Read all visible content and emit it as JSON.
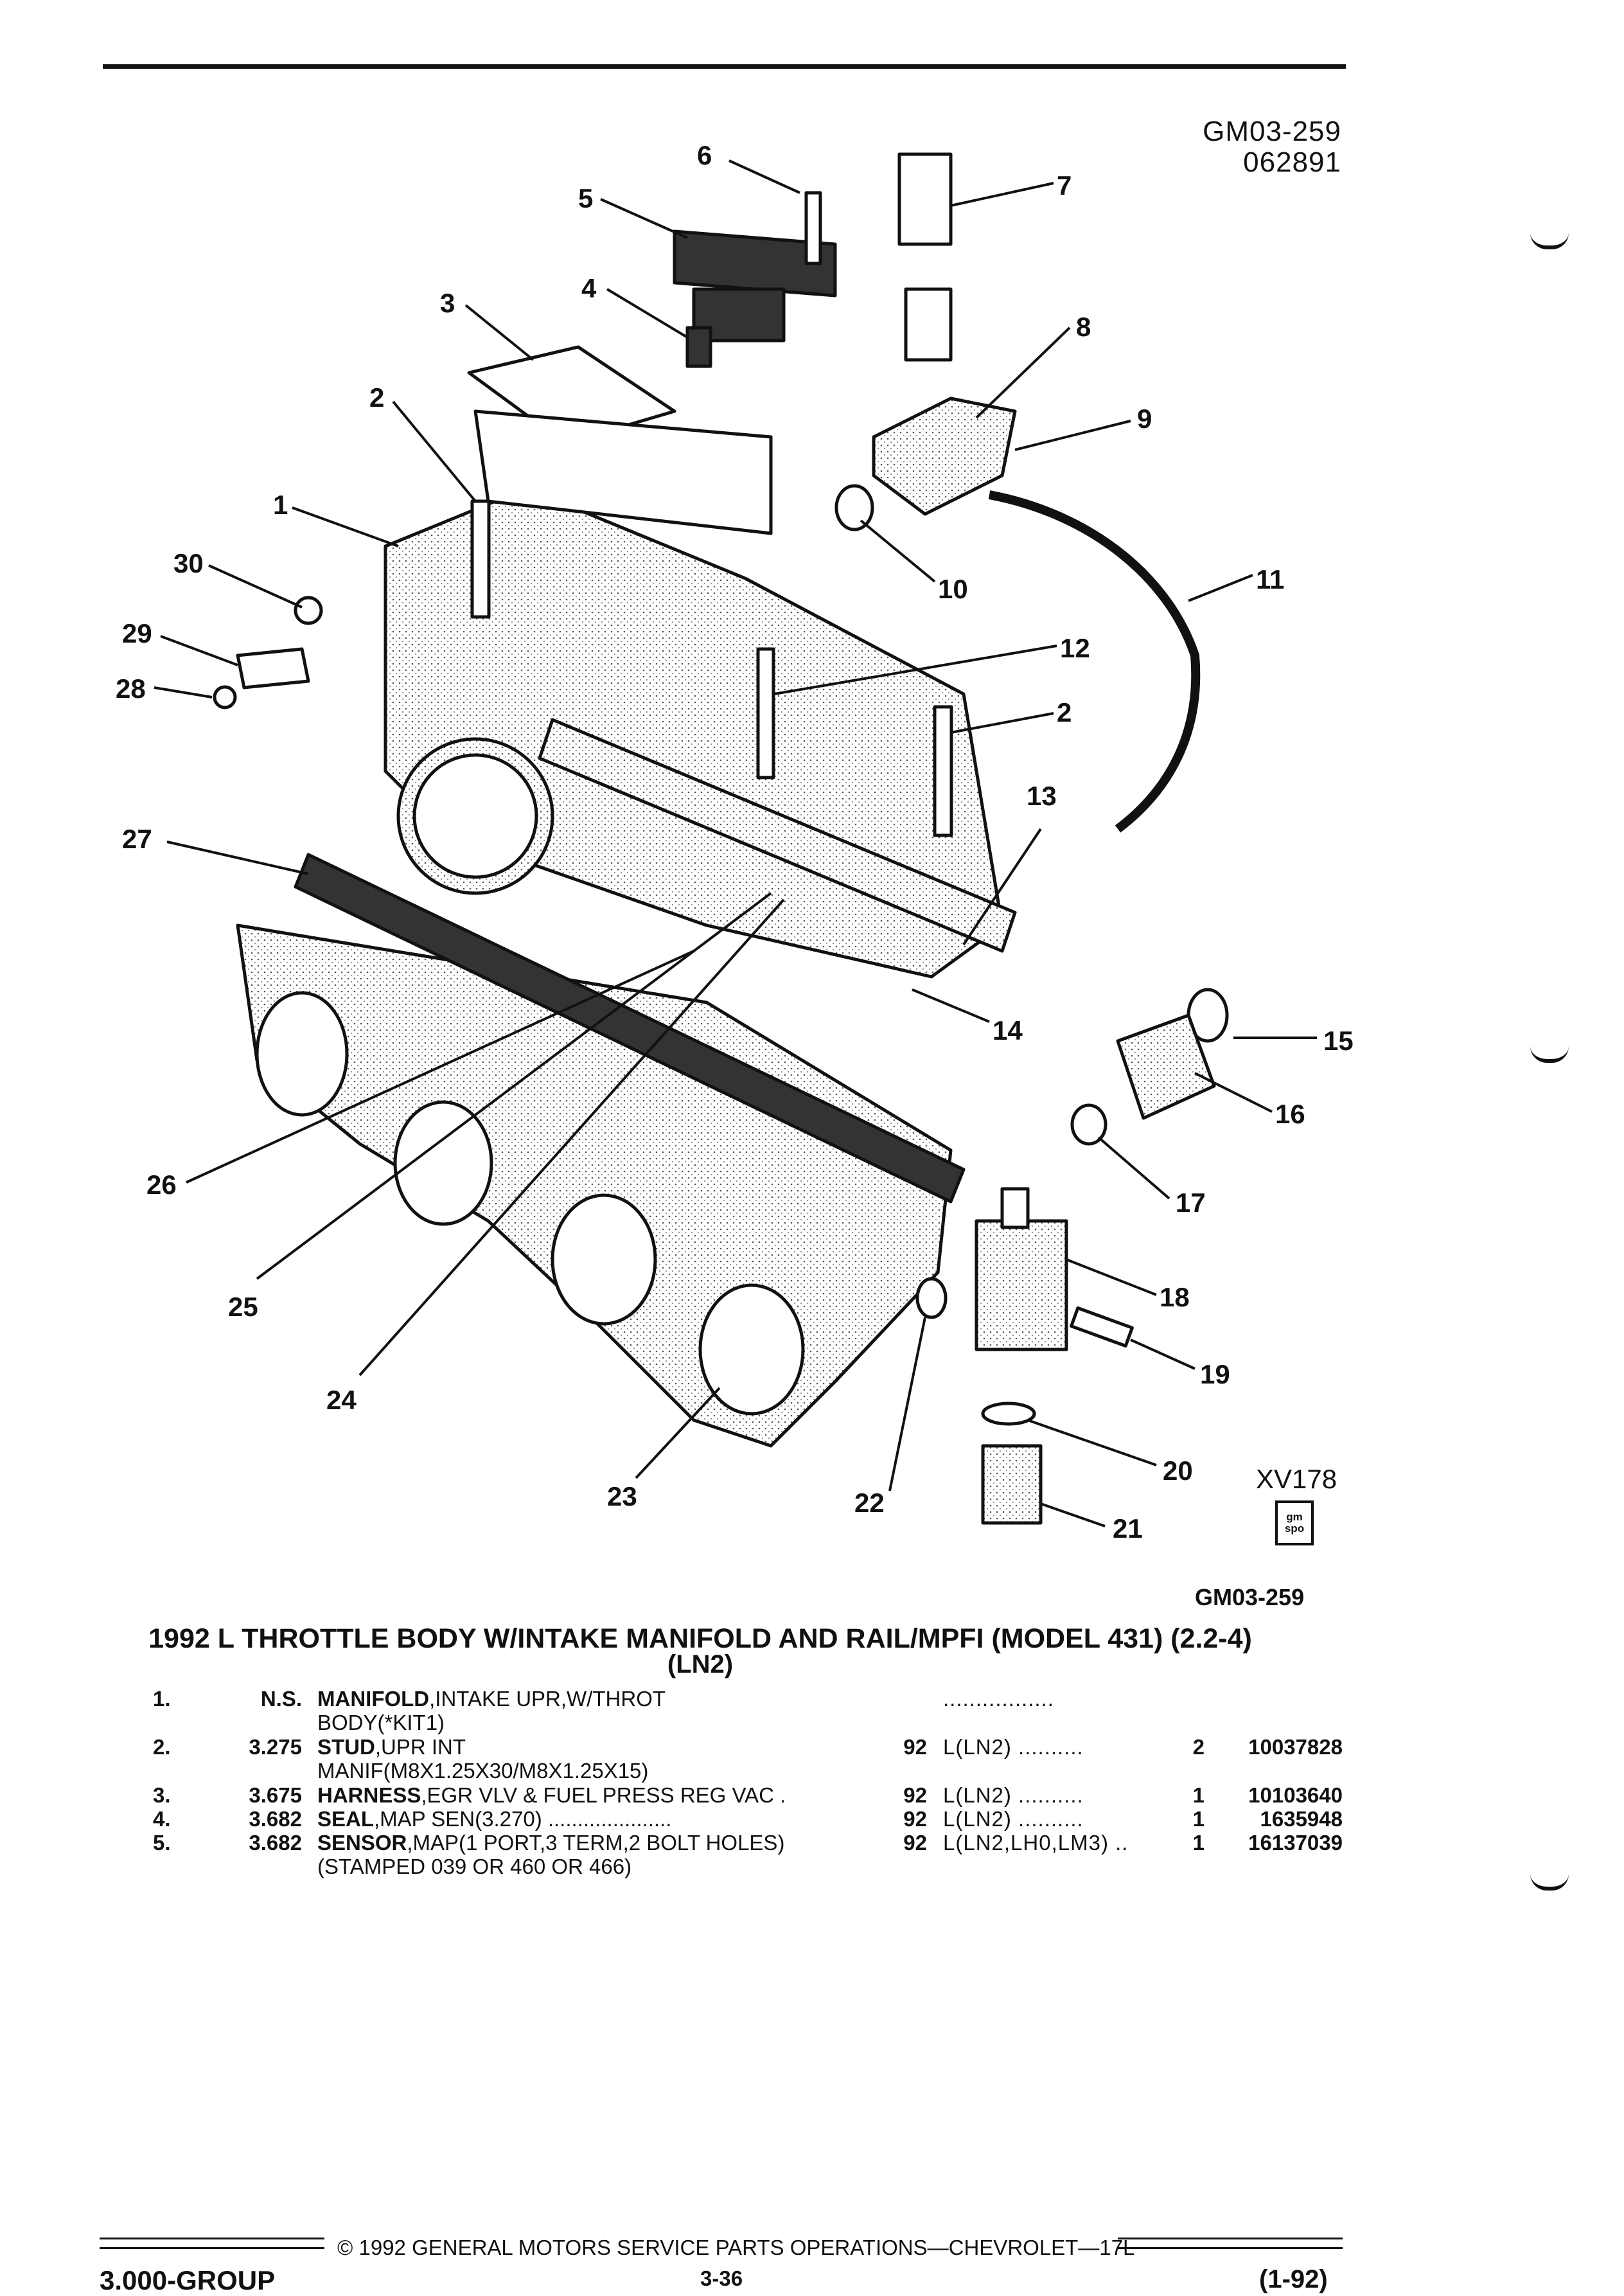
{
  "header": {
    "code": "GM03-259",
    "date": "062891"
  },
  "callouts": [
    "1",
    "2",
    "3",
    "4",
    "5",
    "6",
    "7",
    "8",
    "9",
    "10",
    "11",
    "12",
    "2",
    "13",
    "14",
    "15",
    "16",
    "17",
    "18",
    "19",
    "20",
    "21",
    "22",
    "23",
    "24",
    "25",
    "26",
    "27",
    "28",
    "29",
    "30"
  ],
  "figure_code": "XV178",
  "logo_text": "gm spo",
  "caption_ref": "GM03-259",
  "title_line1": "1992 L THROTTLE BODY W/INTAKE MANIFOLD AND RAIL/MPFI (MODEL 431) (2.2-4)",
  "title_line2": "(LN2)",
  "rows": [
    {
      "num": "1.",
      "cat": "N.S.",
      "name": "MANIFOLD",
      "desc": ",INTAKE UPR,W/THROT",
      "desc2": "BODY(*KIT1)",
      "year": "",
      "usage": ".................",
      "qty": "",
      "part": ""
    },
    {
      "num": "2.",
      "cat": "3.275",
      "name": "STUD",
      "desc": ",UPR INT",
      "desc2": "MANIF(M8X1.25X30/M8X1.25X15)",
      "year": "92",
      "usage": "L(LN2)  ..........",
      "qty": "2",
      "part": "10037828"
    },
    {
      "num": "3.",
      "cat": "3.675",
      "name": "HARNESS",
      "desc": ",EGR VLV & FUEL PRESS REG VAC  .",
      "desc2": "",
      "year": "92",
      "usage": "L(LN2)  ..........",
      "qty": "1",
      "part": "10103640"
    },
    {
      "num": "4.",
      "cat": "3.682",
      "name": "SEAL",
      "desc": ",MAP SEN(3.270)  .....................",
      "desc2": "",
      "year": "92",
      "usage": "L(LN2)  ..........",
      "qty": "1",
      "part": "1635948"
    },
    {
      "num": "5.",
      "cat": "3.682",
      "name": "SENSOR",
      "desc": ",MAP(1 PORT,3 TERM,2 BOLT HOLES)",
      "desc2": "(STAMPED 039 OR 460 OR 466)",
      "year": "92",
      "usage": "L(LN2,LH0,LM3)  ..",
      "qty": "1",
      "part": "16137039"
    }
  ],
  "footer": {
    "copyright": "©  1992  GENERAL MOTORS SERVICE PARTS OPERATIONS—CHEVROLET—17L",
    "group": "3.000-GROUP",
    "page": "3-36",
    "rev": "(1-92)"
  }
}
